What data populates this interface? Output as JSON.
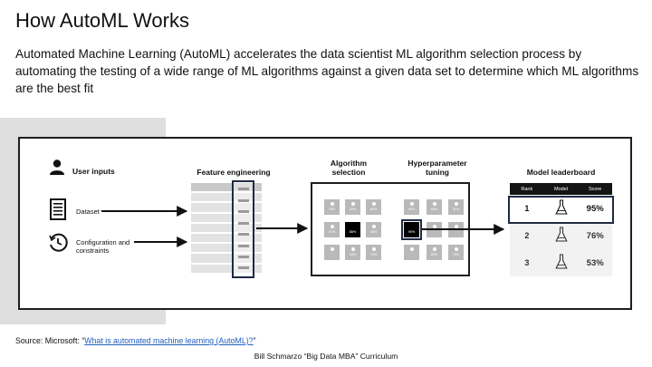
{
  "slide": {
    "title": "How AutoML Works",
    "intro": "Automated Machine Learning (AutoML) accelerates the data scientist ML algorithm selection process by automating the testing of a wide range of ML algorithms against a given data set to determine which ML algorithms are the best fit"
  },
  "diagram": {
    "user_inputs_label": "User inputs",
    "dataset_label": "Dataset",
    "config_label_1": "Configuration and",
    "config_label_2": "constraints",
    "feature_label": "Feature engineering",
    "algo_label_1": "Algorithm",
    "algo_label_2": "selection",
    "hyper_label_1": "Hyperparameter",
    "hyper_label_2": "tuning",
    "leaderboard_label": "Model leaderboard",
    "algo_tiles": {
      "t1": "76%",
      "t2": "34%",
      "t3": "82%",
      "t4": "41%",
      "t5": "88%",
      "t6": "36%",
      "t7": "54%",
      "t8": "72%",
      "h1": "93%",
      "h2": "90%",
      "h3": "31%",
      "h4": "95%",
      "h5": "89%",
      "h6": "79%"
    },
    "leaderboard": {
      "headers": [
        "Rank",
        "Model",
        "Score"
      ],
      "rows": [
        {
          "rank": "1",
          "score": "95%"
        },
        {
          "rank": "2",
          "score": "76%"
        },
        {
          "rank": "3",
          "score": "53%"
        }
      ]
    }
  },
  "footer": {
    "source_prefix": "Source: Microsoft: “",
    "source_link": "What is automated machine learning (AutoML)?",
    "source_suffix": "”",
    "credit": "Bill Schmarzo “Big Data MBA” Curriculum"
  },
  "colors": {
    "highlight_border": "#1f2a44",
    "link": "#1f5fbf",
    "panel_grey": "#dedede"
  }
}
